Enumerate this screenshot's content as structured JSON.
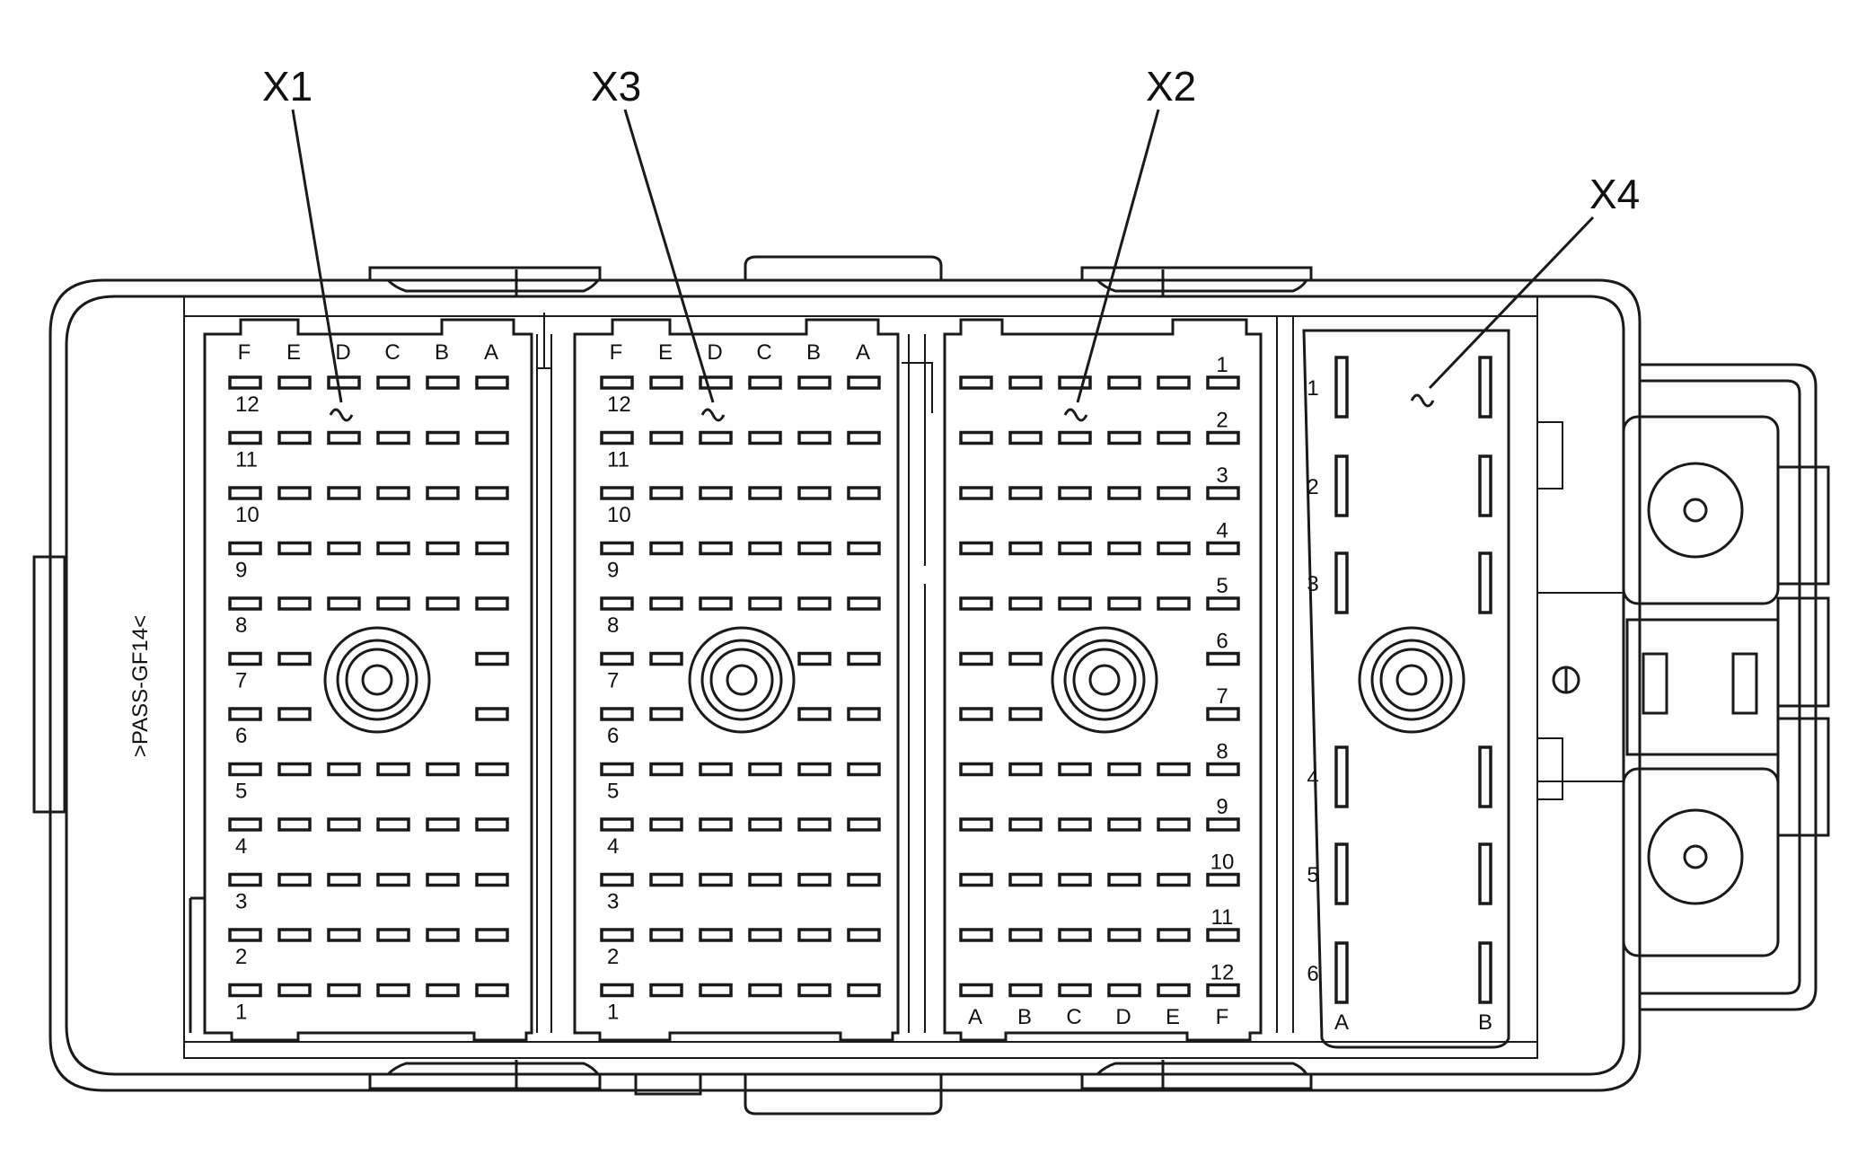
{
  "diagram": {
    "housing_label": ">PASS-GF14<",
    "callouts": {
      "x1": "X1",
      "x3": "X3",
      "x2": "X2",
      "x4": "X4"
    },
    "connectors": {
      "x1": {
        "columns": [
          "F",
          "E",
          "D",
          "C",
          "B",
          "A"
        ],
        "rows": [
          "12",
          "11",
          "10",
          "9",
          "8",
          "7",
          "6",
          "5",
          "4",
          "3",
          "2",
          "1"
        ]
      },
      "x3": {
        "columns": [
          "F",
          "E",
          "D",
          "C",
          "B",
          "A"
        ],
        "rows": [
          "12",
          "11",
          "10",
          "9",
          "8",
          "7",
          "6",
          "5",
          "4",
          "3",
          "2",
          "1"
        ]
      },
      "x2": {
        "columns": [
          "A",
          "B",
          "C",
          "D",
          "E",
          "F"
        ],
        "rows": [
          "1",
          "2",
          "3",
          "4",
          "5",
          "6",
          "7",
          "8",
          "9",
          "10",
          "11",
          "12"
        ]
      },
      "x4": {
        "columns": [
          "A",
          "B"
        ],
        "rows": [
          "1",
          "2",
          "3",
          "4",
          "5",
          "6"
        ]
      }
    }
  }
}
